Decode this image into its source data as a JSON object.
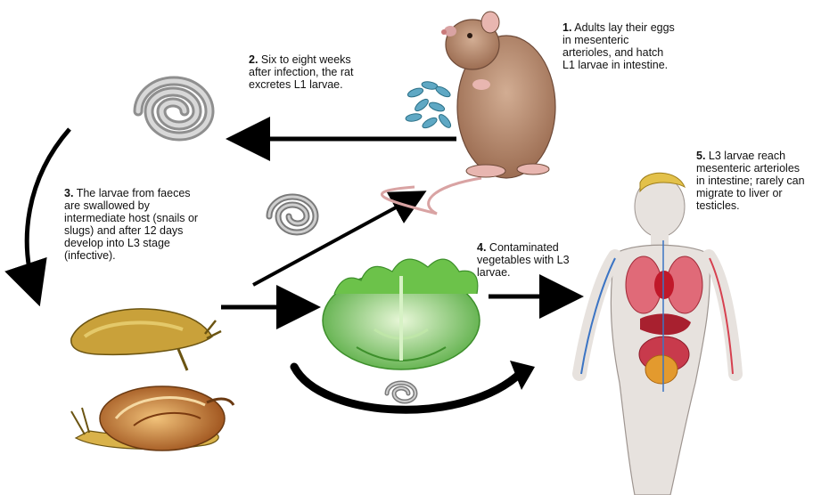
{
  "steps": [
    {
      "num": "1.",
      "text": "Adults lay their eggs in mesenteric arterioles, and hatch L1 larvae in intestine."
    },
    {
      "num": "2.",
      "text": "Six to eight weeks after infection, the rat excretes L1 larvae."
    },
    {
      "num": "3.",
      "text": "The larvae from faeces are swallowed by intermediate host (snails or slugs) and after 12 days develop into L3 stage (infective)."
    },
    {
      "num": "4.",
      "text": "Contaminated vegetables with L3 larvae."
    },
    {
      "num": "5.",
      "text": "L3 larvae reach mesenteric arterioles in intestine; rarely can migrate to liver or testicles."
    }
  ],
  "colors": {
    "arrow": "#000000",
    "rat_fur": "#b58a6e",
    "rat_tail": "#d9a3a3",
    "larva": "#9a9a9a",
    "egg": "#5fa8c4",
    "lettuce": "#6cc24a",
    "slug": "#c9a13a",
    "snail_shell": "#c47a2c",
    "human_skin": "#e7e2de",
    "organs_red": "#d6404f",
    "organs_orange": "#e39a2e",
    "vessel_blue": "#3b74c4"
  },
  "icons": [
    "rat",
    "larva-eggs",
    "larva-coil",
    "lettuce",
    "slug",
    "snail",
    "human-body"
  ]
}
